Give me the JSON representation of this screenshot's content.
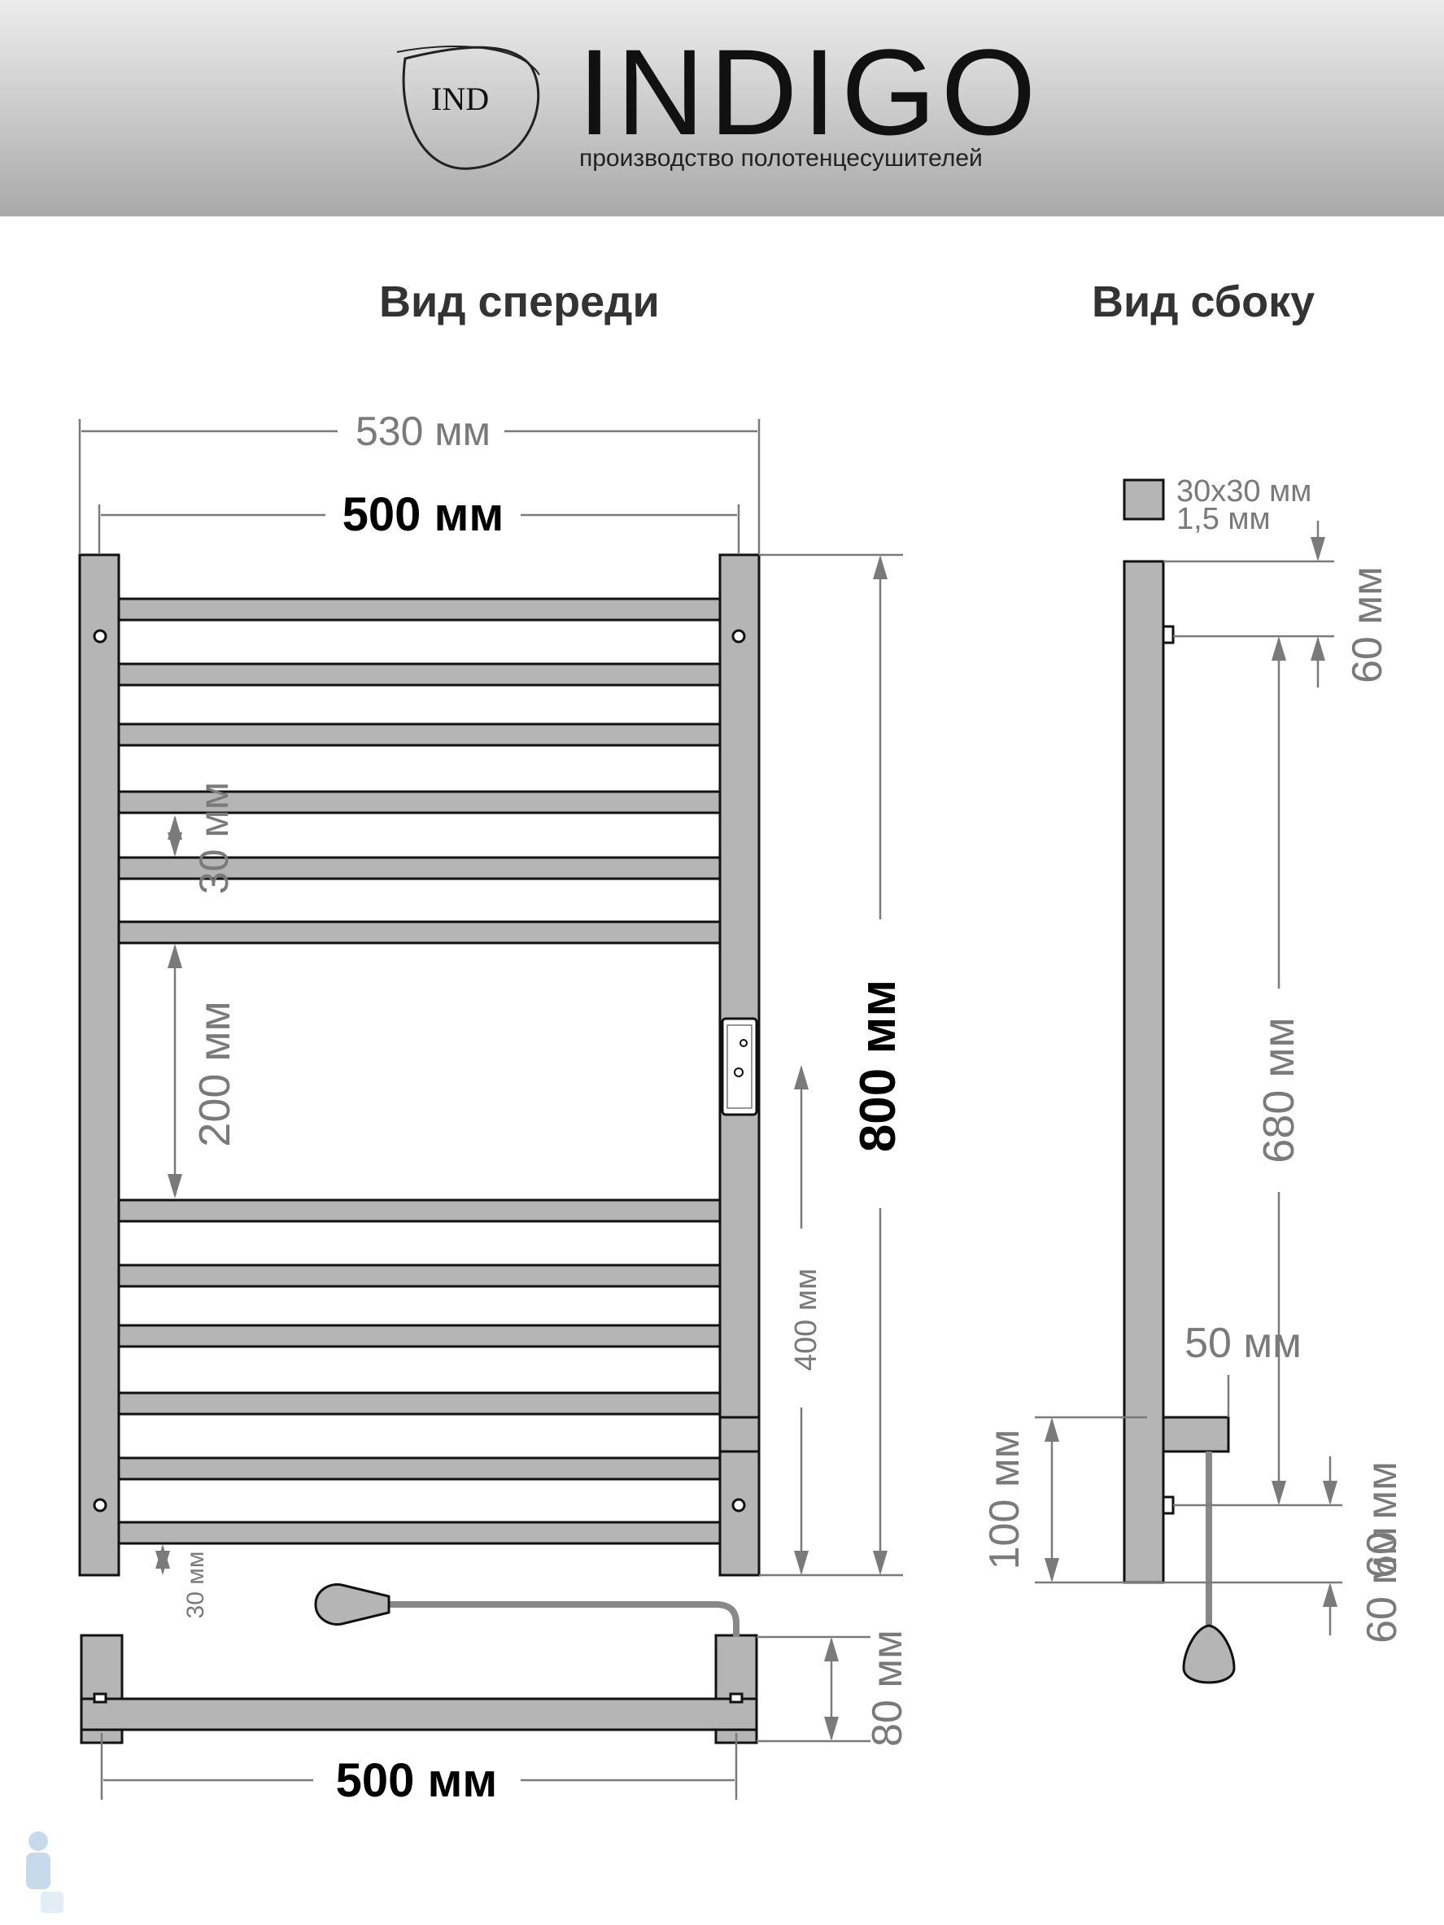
{
  "header": {
    "brand": "INDIGO",
    "logo_text": "IND",
    "tagline": "производство полотенцесушителей",
    "logo_icon": "ind-leaf-logo",
    "background": "#b8b8b8"
  },
  "front_view": {
    "title": "Вид спереди",
    "overall_width": "530 мм",
    "pipe_center_width": "500 мм",
    "height": "800 мм",
    "bar_thickness": "30 мм",
    "gap": "200 мм",
    "bottom_offset": "30 мм",
    "connection_height": "400 мм"
  },
  "bottom_view": {
    "width": "500 мм",
    "depth": "80 мм",
    "icon": "power-plug-icon"
  },
  "side_view": {
    "title": "Вид сбоку",
    "profile_size": "30x30 мм",
    "wall_thickness": "1,5 мм",
    "top_offset": "60 мм",
    "mount_spacing": "680 мм",
    "standoff": "50 мм",
    "bottom_mount_offset": "60 мм",
    "bottom_offset": "60 мм",
    "controller_height": "100 мм"
  },
  "colors": {
    "steel": "#b5b5b5",
    "line": "#7a7a7a",
    "outline": "#111111"
  }
}
